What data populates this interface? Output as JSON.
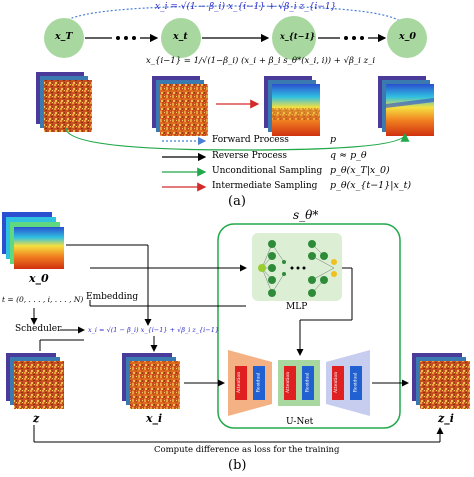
{
  "panel_a": {
    "caption": "(a)",
    "top_equation": "x_i = √(1 − β_i) x_{i−1} + √β_i z_{i−1}",
    "reverse_equation": "x_{i−1} = 1/√(1−β_i) (x_i + β_i s_θ*(x_i, i)) + √β_i z_i",
    "nodes": [
      "x_T",
      "x_t",
      "x_{t−1}",
      "x_0"
    ],
    "legend": [
      {
        "label": "Forward Process",
        "math": "p",
        "color": "#4a7fd4",
        "style": "dotted"
      },
      {
        "label": "Reverse Process",
        "math": "q ≈ p_θ",
        "color": "#000000",
        "style": "solid"
      },
      {
        "label": "Unconditional Sampling",
        "math": "p_θ(x_T|x_0)",
        "color": "#22a84a",
        "style": "solid"
      },
      {
        "label": "Intermediate Sampling",
        "math": "p_θ(x_{t−1}|x_t)",
        "color": "#d42a2a",
        "style": "solid"
      }
    ]
  },
  "panel_b": {
    "caption": "(b)",
    "model_label": "s_θ*",
    "x0_label": "x_0",
    "t_label": "t = (0, . . . , i, . . . , N)",
    "embedding_label": "Embedding",
    "scheduler_label": "Scheduler",
    "scheduler_equation": "x_i = √(1 − β_i) x_{i−1} + √β_i z_{i−1}",
    "z_label": "z",
    "xi_label": "x_i",
    "zi_label": "z_i",
    "mlp_label": "MLP",
    "unet_label": "U-Net",
    "unet_blocks": [
      "Attention",
      "Residual",
      "Attention",
      "Residual",
      "Attention",
      "Residual"
    ],
    "loss_label": "Compute difference as loss for the training"
  },
  "colors": {
    "node_green": "#a8d8a0",
    "model_border": "#22a84a",
    "mlp_bg": "#dcefd4",
    "arrow_red": "#d42a2a",
    "arrow_blue": "#4a7fd4",
    "unet_orange": "#f4b183",
    "unet_lavender": "#c7cdef",
    "attention_red": "#e02020",
    "residual_blue": "#2060d0"
  }
}
